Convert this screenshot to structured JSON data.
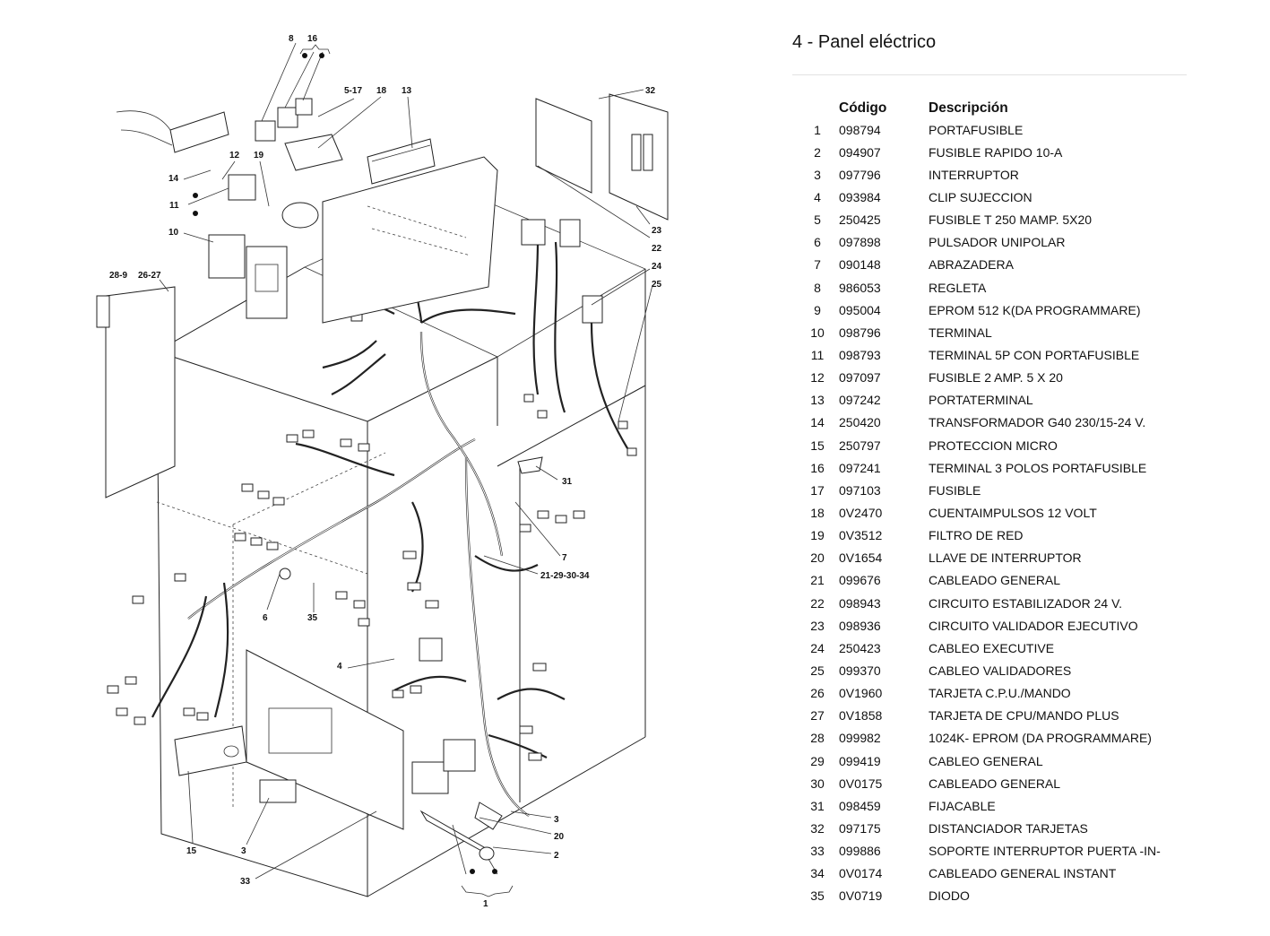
{
  "title": "4 - Panel eléctrico",
  "table": {
    "headers": {
      "number": "",
      "code": "Código",
      "description": "Descripción"
    },
    "rows": [
      {
        "n": "1",
        "code": "098794",
        "desc": "PORTAFUSIBLE"
      },
      {
        "n": "2",
        "code": "094907",
        "desc": "FUSIBLE RAPIDO 10-A"
      },
      {
        "n": "3",
        "code": "097796",
        "desc": "INTERRUPTOR"
      },
      {
        "n": "4",
        "code": "093984",
        "desc": "CLIP SUJECCION"
      },
      {
        "n": "5",
        "code": "250425",
        "desc": "FUSIBLE T 250 MAMP. 5X20"
      },
      {
        "n": "6",
        "code": "097898",
        "desc": "PULSADOR UNIPOLAR"
      },
      {
        "n": "7",
        "code": "090148",
        "desc": "ABRAZADERA"
      },
      {
        "n": "8",
        "code": "986053",
        "desc": "REGLETA"
      },
      {
        "n": "9",
        "code": "095004",
        "desc": "EPROM 512 K(DA PROGRAMMARE)"
      },
      {
        "n": "10",
        "code": "098796",
        "desc": "TERMINAL"
      },
      {
        "n": "11",
        "code": "098793",
        "desc": "TERMINAL 5P CON PORTAFUSIBLE"
      },
      {
        "n": "12",
        "code": "097097",
        "desc": "FUSIBLE 2 AMP. 5 X 20"
      },
      {
        "n": "13",
        "code": "097242",
        "desc": "PORTATERMINAL"
      },
      {
        "n": "14",
        "code": "250420",
        "desc": "TRANSFORMADOR G40 230/15-24 V."
      },
      {
        "n": "15",
        "code": "250797",
        "desc": "PROTECCION MICRO"
      },
      {
        "n": "16",
        "code": "097241",
        "desc": "TERMINAL 3 POLOS PORTAFUSIBLE"
      },
      {
        "n": "17",
        "code": "097103",
        "desc": "FUSIBLE"
      },
      {
        "n": "18",
        "code": "0V2470",
        "desc": "CUENTAIMPULSOS 12 VOLT"
      },
      {
        "n": "19",
        "code": "0V3512",
        "desc": "FILTRO DE RED"
      },
      {
        "n": "20",
        "code": "0V1654",
        "desc": "LLAVE DE INTERRUPTOR"
      },
      {
        "n": "21",
        "code": "099676",
        "desc": "CABLEADO GENERAL"
      },
      {
        "n": "22",
        "code": "098943",
        "desc": "CIRCUITO ESTABILIZADOR 24 V."
      },
      {
        "n": "23",
        "code": "098936",
        "desc": "CIRCUITO VALIDADOR EJECUTIVO"
      },
      {
        "n": "24",
        "code": "250423",
        "desc": "CABLEO EXECUTIVE"
      },
      {
        "n": "25",
        "code": "099370",
        "desc": "CABLEO VALIDADORES"
      },
      {
        "n": "26",
        "code": "0V1960",
        "desc": "TARJETA C.P.U./MANDO"
      },
      {
        "n": "27",
        "code": "0V1858",
        "desc": "TARJETA DE CPU/MANDO PLUS"
      },
      {
        "n": "28",
        "code": "099982",
        "desc": "1024K- EPROM (DA PROGRAMMARE)"
      },
      {
        "n": "29",
        "code": "099419",
        "desc": "CABLEO GENERAL"
      },
      {
        "n": "30",
        "code": "0V0175",
        "desc": "CABLEADO GENERAL"
      },
      {
        "n": "31",
        "code": "098459",
        "desc": "FIJACABLE"
      },
      {
        "n": "32",
        "code": "097175",
        "desc": "DISTANCIADOR TARJETAS"
      },
      {
        "n": "33",
        "code": "099886",
        "desc": "SOPORTE INTERRUPTOR PUERTA -IN-"
      },
      {
        "n": "34",
        "code": "0V0174",
        "desc": "CABLEADO GENERAL INSTANT"
      },
      {
        "n": "35",
        "code": "0V0719",
        "desc": " DIODO"
      }
    ]
  },
  "diagram_callouts": {
    "c8": "8",
    "c16": "16",
    "c5_17": "5-17",
    "c18": "18",
    "c13": "13",
    "c32": "32",
    "c14": "14",
    "c12": "12",
    "c19": "19",
    "c11": "11",
    "c10": "10",
    "c28_9": "28-9",
    "c26_27": "26-27",
    "c22": "22",
    "c23": "23",
    "c24": "24",
    "c25": "25",
    "c31": "31",
    "c7": "7",
    "c21_29_30_34": "21-29-30-34",
    "c6": "6",
    "c35": "35",
    "c4": "4",
    "c3a": "3",
    "c20": "20",
    "c2": "2",
    "c15": "15",
    "c3b": "3",
    "c33": "33",
    "c1": "1"
  }
}
